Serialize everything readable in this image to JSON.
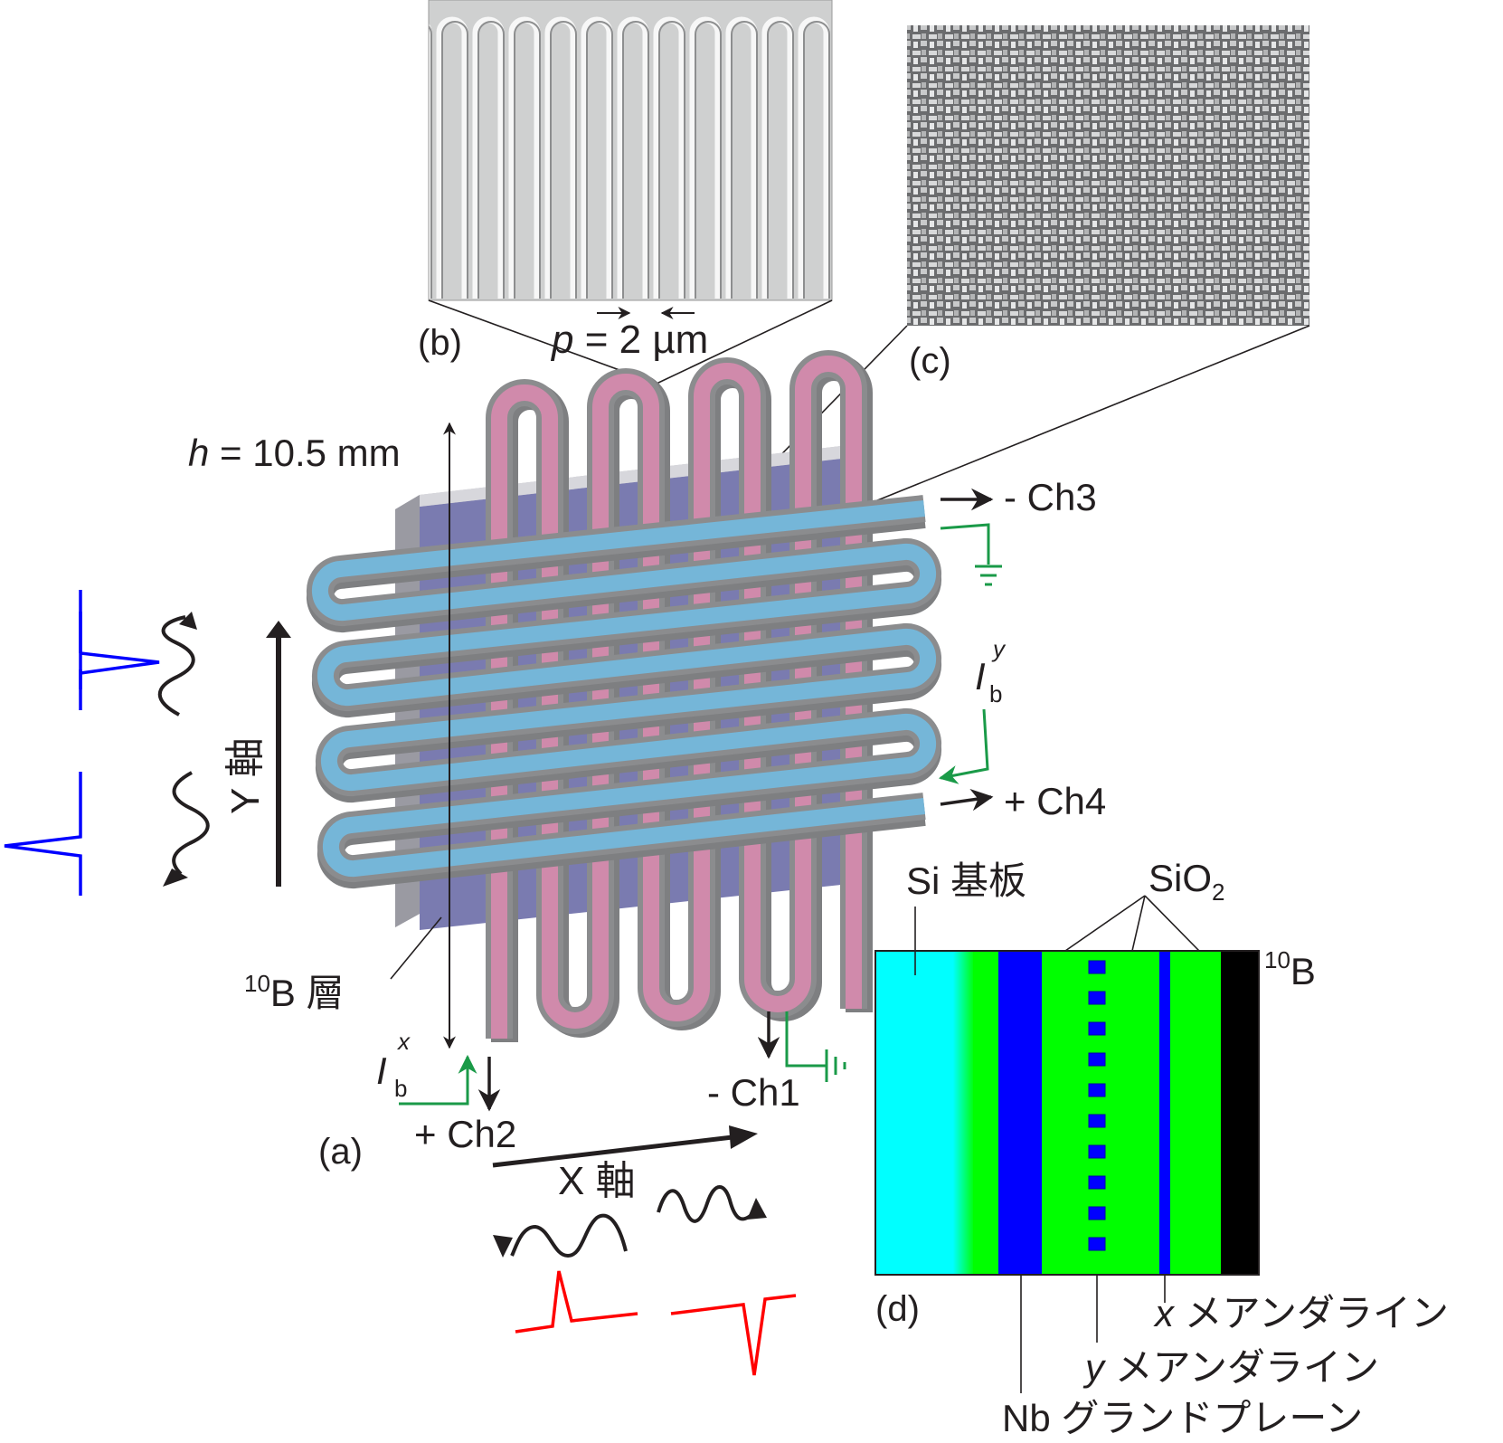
{
  "labels": {
    "panel_a": "(a)",
    "panel_b": "(b)",
    "panel_c": "(c)",
    "panel_d": "(d)",
    "height_var": "h",
    "height_value": " = 10.5 mm",
    "pitch_var": "p",
    "pitch_value": " = 2 µm",
    "y_axis": "Y 軸",
    "x_axis": "X 軸",
    "b10_layer_sup": "10",
    "b10_layer": "B 層",
    "ch1": "- Ch1",
    "ch2": "+ Ch2",
    "ch3": "- Ch3",
    "ch4": "+ Ch4",
    "ib": "I",
    "ib_sub": "b",
    "ib_x_sup": "x",
    "ib_y_sup": "y"
  },
  "cross_section": {
    "si_substrate": "Si 基板",
    "sio2": "SiO",
    "sio2_sub": "2",
    "b10_sup": "10",
    "b10": "B",
    "x_meander": "x メアンダライン",
    "y_meander": "y メアンダライン",
    "nb_ground_plane": "Nb グランドプレーン",
    "x_meander_var": "x",
    "x_meander_text": " メアンダライン",
    "y_meander_var": "y",
    "y_meander_text": " メアンダライン",
    "nb_var": "Nb",
    "nb_text": " グランドプレーン"
  },
  "colors": {
    "substrate_face": "#7a7bb0",
    "substrate_edge": "#b9b9c0",
    "x_meander": "#d08aab",
    "y_meander": "#75b6d8",
    "meander_edge": "#8b8c8e",
    "si": "#00ffff",
    "nb": "#0000ff",
    "sio2": "#00ff00",
    "b10": "#000000",
    "ground": "#1a9a48",
    "pulse_blue": "#0000ff",
    "pulse_red": "#ff0000"
  }
}
